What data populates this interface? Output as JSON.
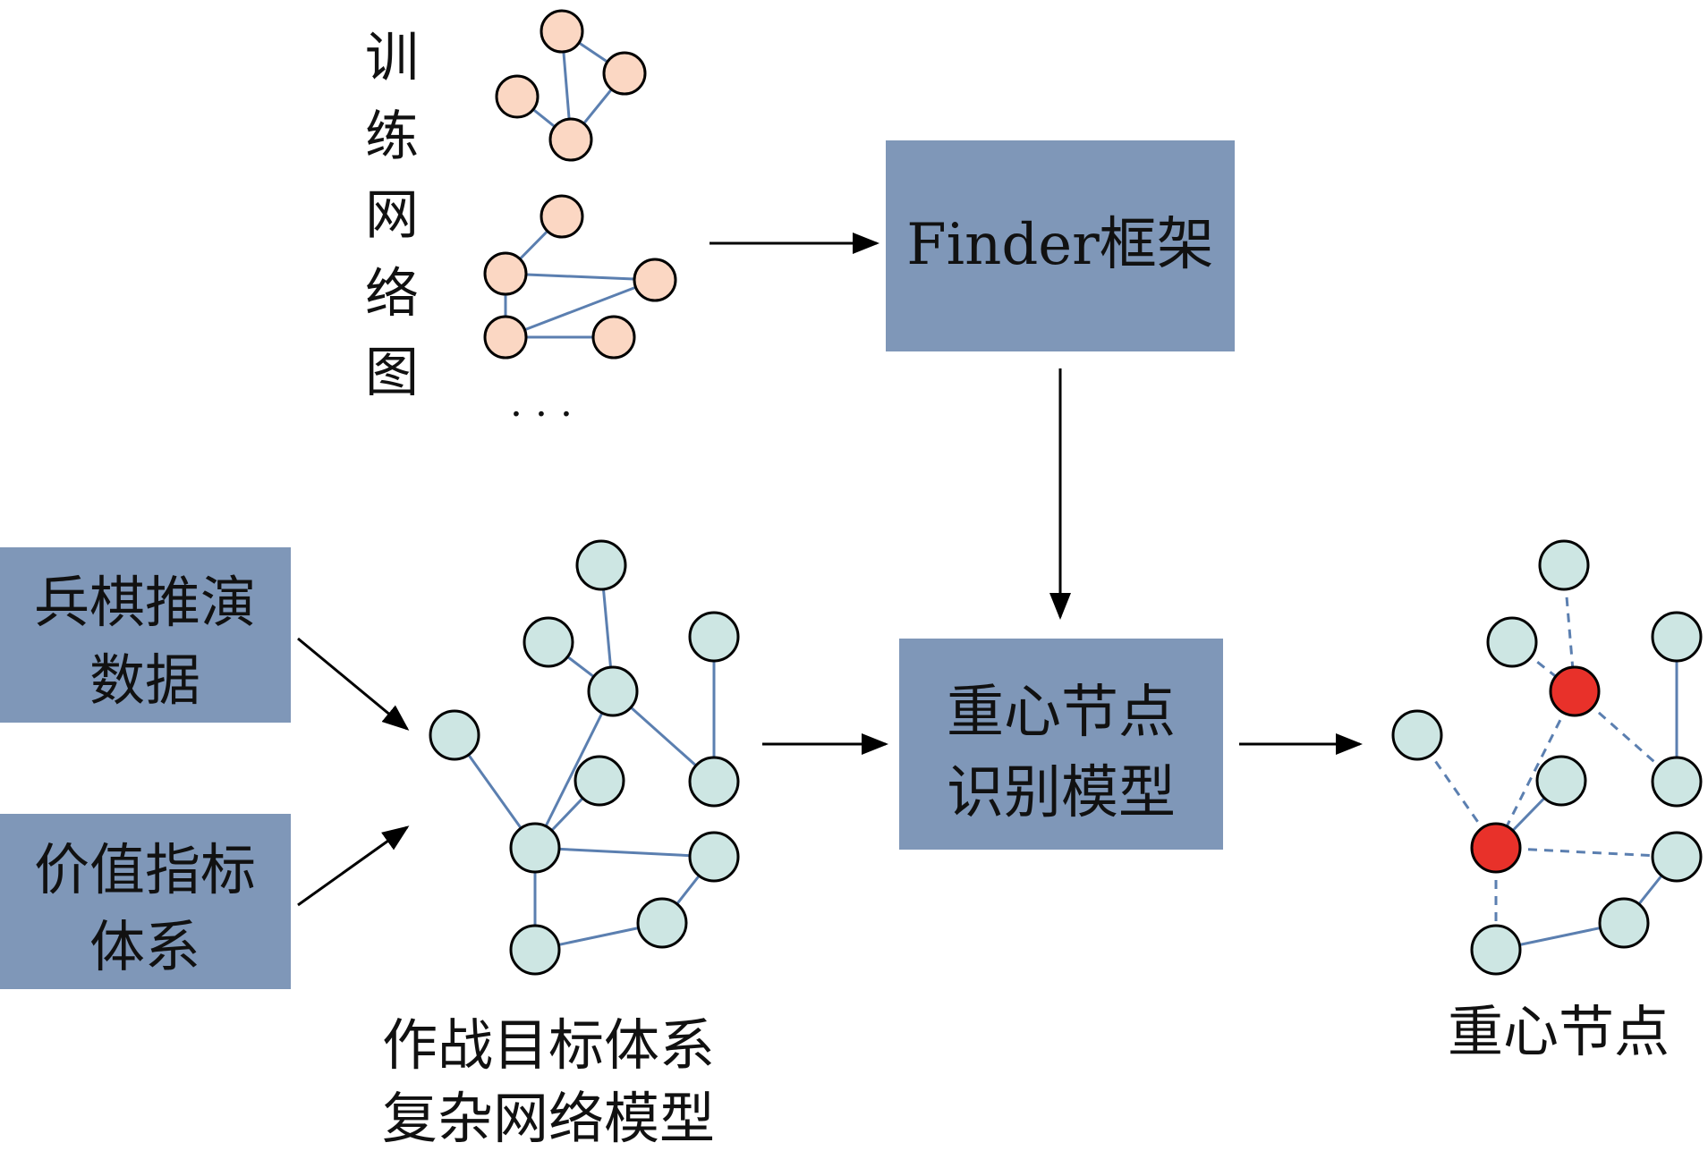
{
  "labels": {
    "training_graphs": "训练网络图",
    "ellipsis": "· · ·",
    "finder_box": "Finder框架",
    "model_box_line1": "重心节点",
    "model_box_line2": "识别模型",
    "wargame_line1": "兵棋推演",
    "wargame_line2": "数据",
    "value_line1": "价值指标",
    "value_line2": "体系",
    "network_caption_line1": "作战目标体系",
    "network_caption_line2": "复杂网络模型",
    "result_caption": "重心节点"
  },
  "colors": {
    "box_fill": "#7f97b8",
    "training_node": "#fbd7c3",
    "network_node": "#cde6e3",
    "center_node": "#e8312a",
    "edge": "#5b7fb0",
    "arrow": "#000000"
  }
}
